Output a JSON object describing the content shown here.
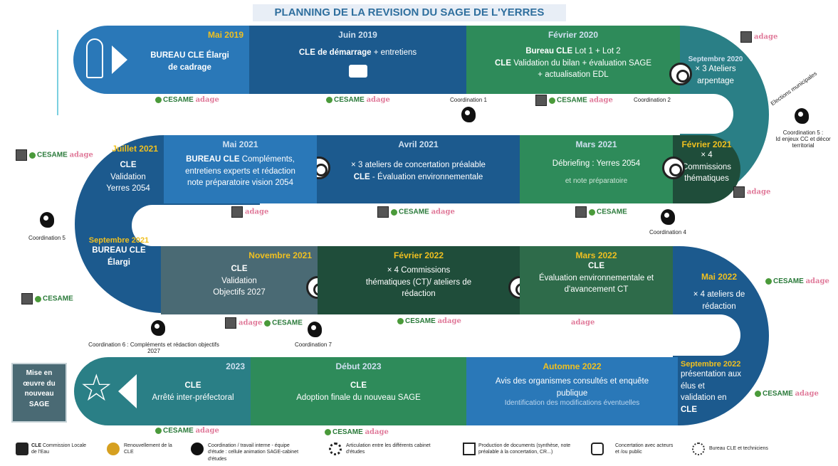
{
  "title": "PLANNING DE LA REVISION DU SAGE DE L'YERRES",
  "row1": {
    "mai2019": {
      "date": "Mai 2019",
      "line1": "BUREAU CLE Élargi",
      "line2": "de cadrage"
    },
    "juin2019": {
      "date": "Juin 2019",
      "bold": "CLE de démarrage",
      "rest": "+ entretiens"
    },
    "fev2020": {
      "date": "Février 2020",
      "l1b": "Bureau CLE",
      "l1": "Lot 1 + Lot 2",
      "l2b": "CLE",
      "l2": "Validation du bilan + évaluation SAGE",
      "l3": "+ actualisation EDL"
    },
    "sept2020": {
      "date": "Septembre 2020",
      "l1": "× 3 Ateliers",
      "l2": "arpentage"
    }
  },
  "row2": {
    "fev2021": {
      "date": "Février 2021",
      "l1": "× 4 Commissions",
      "l2": "thématiques"
    },
    "mars2021": {
      "date": "Mars 2021",
      "l1": "Débriefing : Yerres 2054",
      "l2": "et note préparatoire"
    },
    "avril2021": {
      "date": "Avril 2021",
      "l1": "× 3 ateliers de concertation préalable",
      "l2b": "CLE",
      "l2": "- Évaluation environnementale"
    },
    "mai2021": {
      "date": "Mai 2021",
      "l1b": "BUREAU CLE",
      "l1": "Compléments,",
      "l2": "entretiens experts et rédaction",
      "l3": "note préparatoire vision 2054"
    },
    "juil2021": {
      "date": "Juillet 2021",
      "l1": "CLE",
      "l2": "Validation",
      "l3": "Yerres 2054"
    }
  },
  "row3": {
    "sept2021": {
      "date": "Septembre 2021",
      "l1": "BUREAU CLE",
      "l2": "Élargi"
    },
    "nov2021": {
      "date": "Novembre 2021",
      "l1": "CLE",
      "l2": "Validation",
      "l3": "Objectifs 2027"
    },
    "fev2022": {
      "date": "Février 2022",
      "l1": "× 4 Commissions",
      "l2": "thématiques (CT)/ ateliers de",
      "l3": "rédaction"
    },
    "mars2022": {
      "date": "Mars 2022",
      "l1": "CLE",
      "l2": "Évaluation environnementale et",
      "l3": "d'avancement CT"
    },
    "mai2022": {
      "date": "Mai 2022",
      "l1": "× 4 ateliers de",
      "l2": "rédaction"
    }
  },
  "row4": {
    "sept2022": {
      "date": "Septembre 2022",
      "l1": "présentation aux",
      "l2": "élus et",
      "l3": "validation en",
      "l4": "CLE"
    },
    "aut2022": {
      "date": "Automne 2022",
      "l1": "Avis des organismes consultés et enquête",
      "l2": "publique",
      "l3": "Identification des modifications éventuelles"
    },
    "debut2023": {
      "date": "Début 2023",
      "l1": "CLE",
      "l2": "Adoption finale du nouveau SAGE"
    },
    "y2023": {
      "date": "2023",
      "l1": "CLE",
      "l2": "Arrêté inter-préfectoral"
    },
    "mise": {
      "l1": "Mise en",
      "l2": "œuvre du",
      "l3": "nouveau",
      "l4": "SAGE"
    }
  },
  "coords": {
    "c1": "Coordination 1",
    "c2": "Coordination 2",
    "c4": "Coordination 4",
    "c5a": "Coordination 5 :",
    "c5b": "Id enjeux CC et décor",
    "c5c": "territorial",
    "c5": "Coordination 5",
    "c6": "Coordination 6 : Compléments et rédaction objectifs",
    "c6b": "2027",
    "c7": "Coordination 7"
  },
  "elections": "Elections municipales",
  "logos": {
    "cesame": "CESAME",
    "adage": "adage"
  },
  "legend": {
    "cle1": "CLE",
    "cle2": "Commission Locale",
    "cle3": "de l'Eau",
    "renouv1": "Renouvellement de la",
    "renouv2": "CLE",
    "coord1": "Coordination / travail interne - équipe",
    "coord2": "d'étude : cellule animation SAGE-cabinet",
    "coord3": "d'études",
    "artic1": "Articulation entre les différents cabinet",
    "artic2": "d'études",
    "prod1": "Production de documents (synthèse, note",
    "prod2": "préalable à la concertation, CR...)",
    "conc1": "Concertation avec acteurs",
    "conc2": "et /ou public",
    "bur": "Bureau CLE et techniciens"
  },
  "colors": {
    "blue_light": "#2a78b8",
    "blue_dark": "#1c5a8e",
    "teal": "#2a7f86",
    "green": "#2e8b5a",
    "dark_green": "#1f4d3a",
    "slate": "#4a6a74"
  }
}
